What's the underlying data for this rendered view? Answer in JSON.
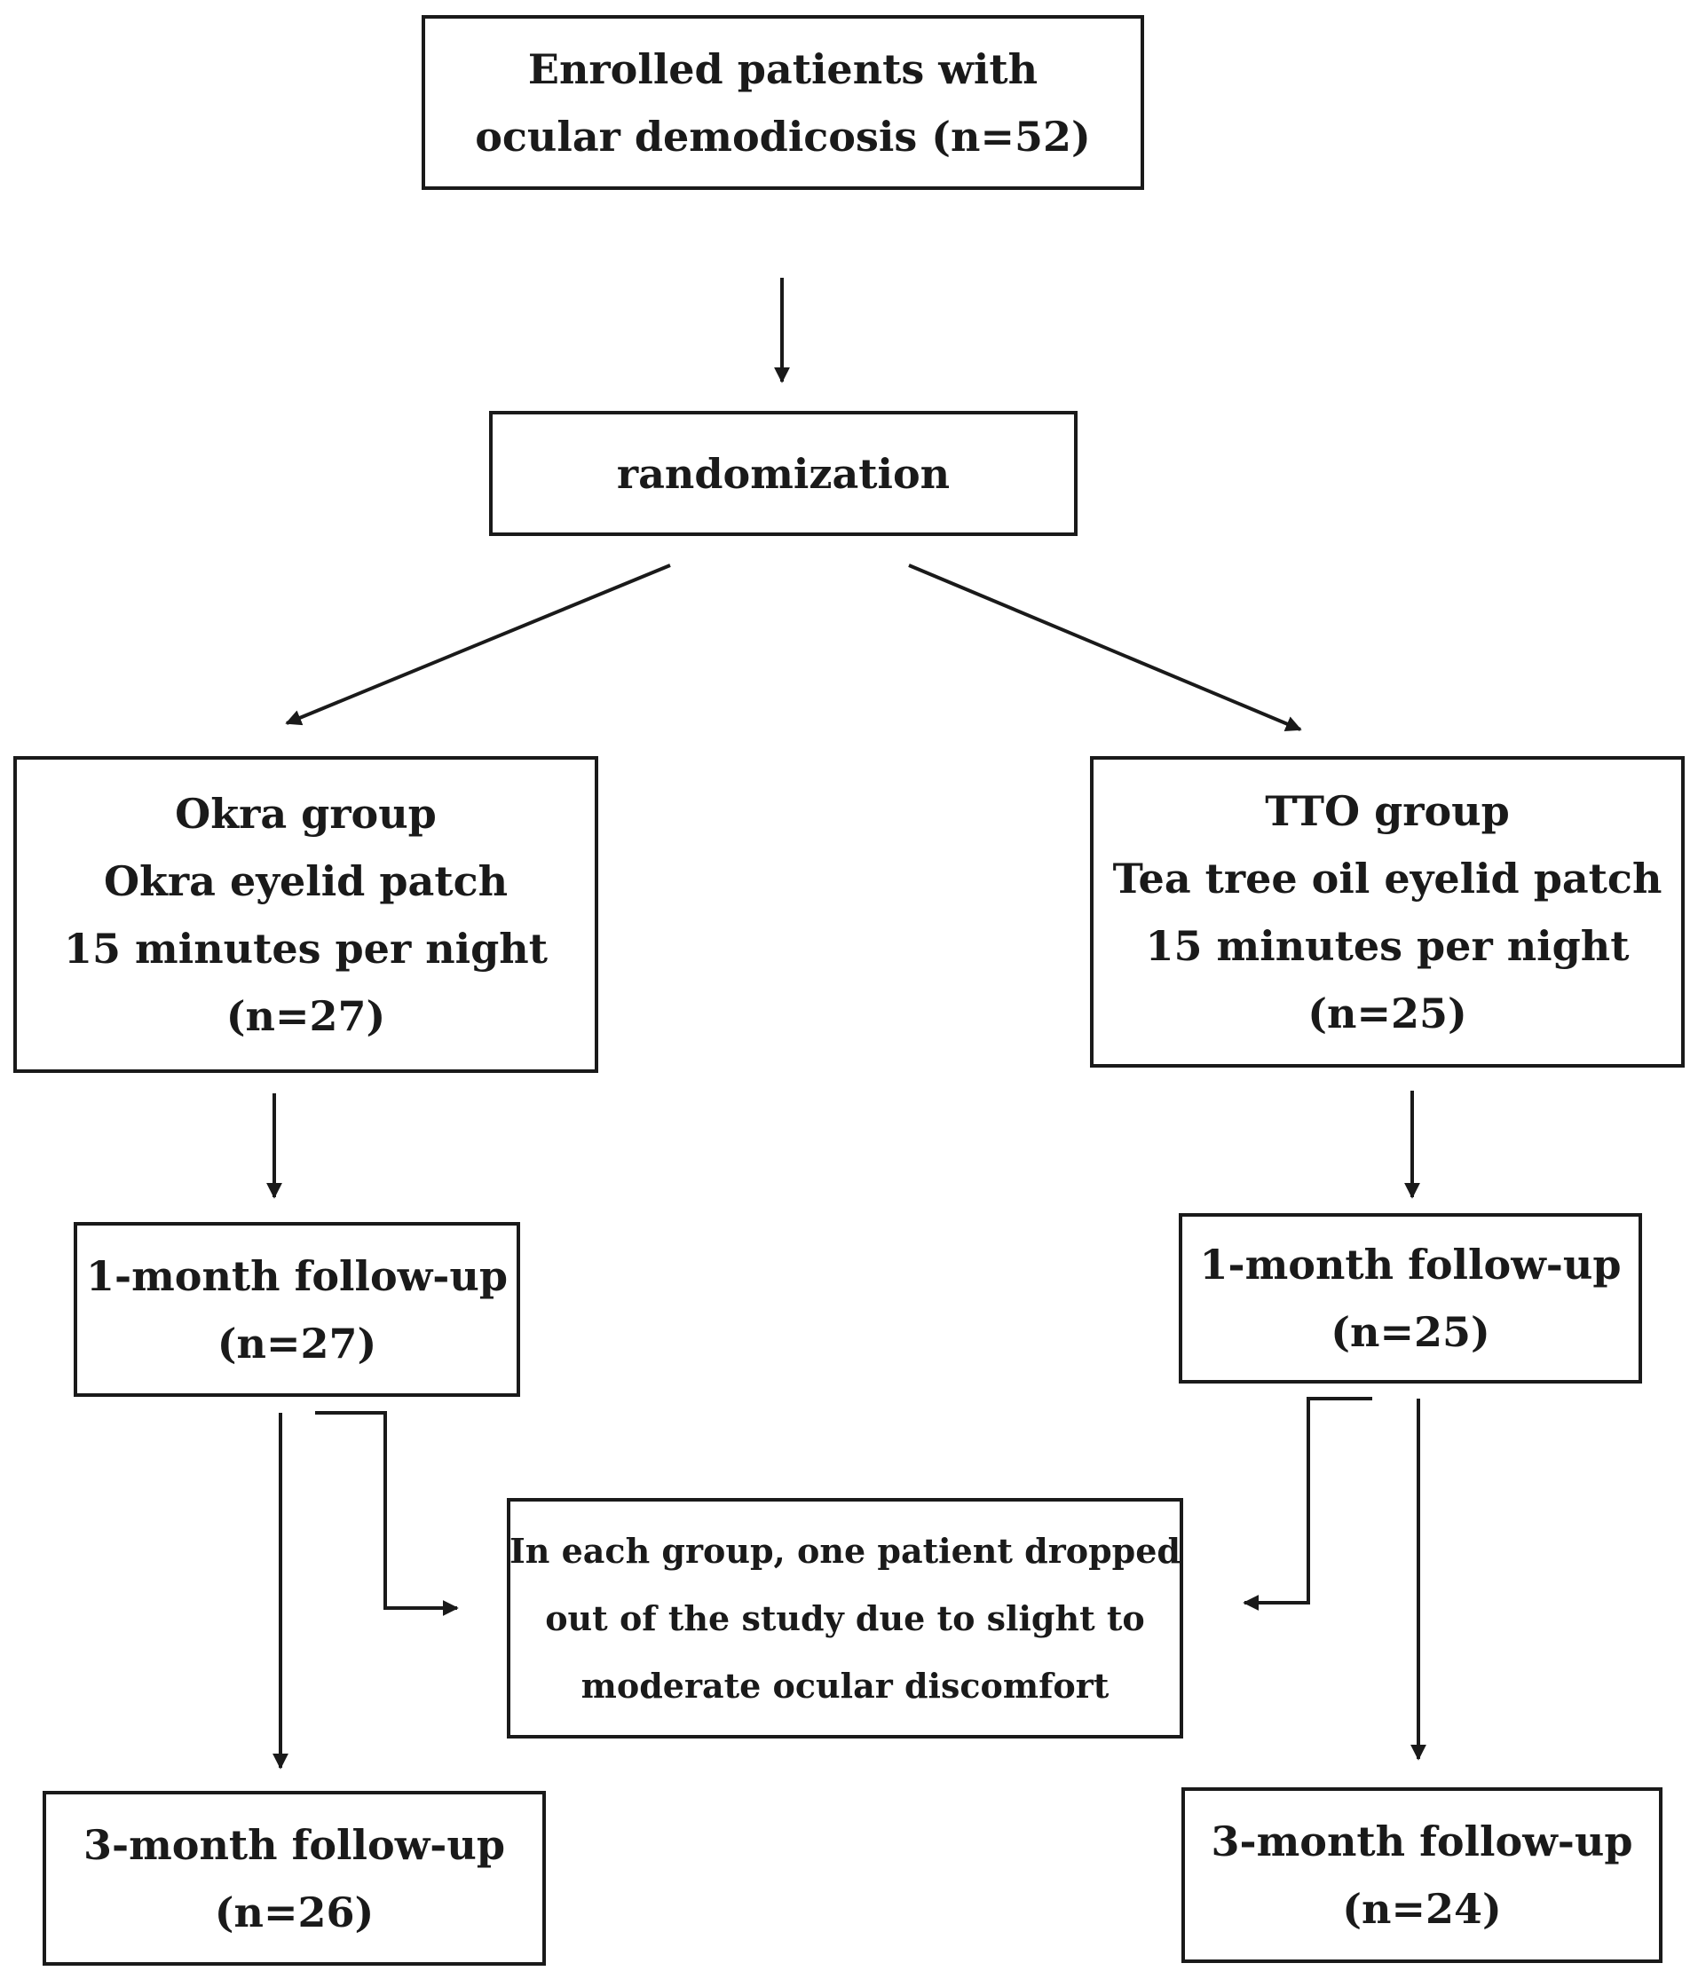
{
  "boxes": {
    "enrolled": {
      "lines": [
        "Enrolled patients with",
        "ocular demodicosis (n=52)"
      ]
    },
    "randomization": {
      "lines": [
        "randomization"
      ]
    },
    "okra_group": {
      "lines": [
        "Okra group",
        "Okra eyelid patch",
        "15 minutes per night",
        "(n=27)"
      ]
    },
    "tto_group": {
      "lines": [
        "TTO group",
        "Tea tree oil eyelid patch",
        "15 minutes per night",
        "(n=25)"
      ]
    },
    "okra_1month": {
      "lines": [
        "1-month follow-up",
        "(n=27)"
      ]
    },
    "tto_1month": {
      "lines": [
        "1-month follow-up",
        "(n=25)"
      ]
    },
    "dropout": {
      "lines": [
        "In each group, one patient dropped",
        "out of the study due to slight to",
        "moderate ocular discomfort"
      ]
    },
    "okra_3month": {
      "lines": [
        "3-month follow-up",
        "(n=26)"
      ]
    },
    "tto_3month": {
      "lines": [
        "3-month follow-up",
        "(n=24)"
      ]
    }
  },
  "colors": {
    "stroke": "#1a1a1a",
    "background": "#ffffff"
  }
}
